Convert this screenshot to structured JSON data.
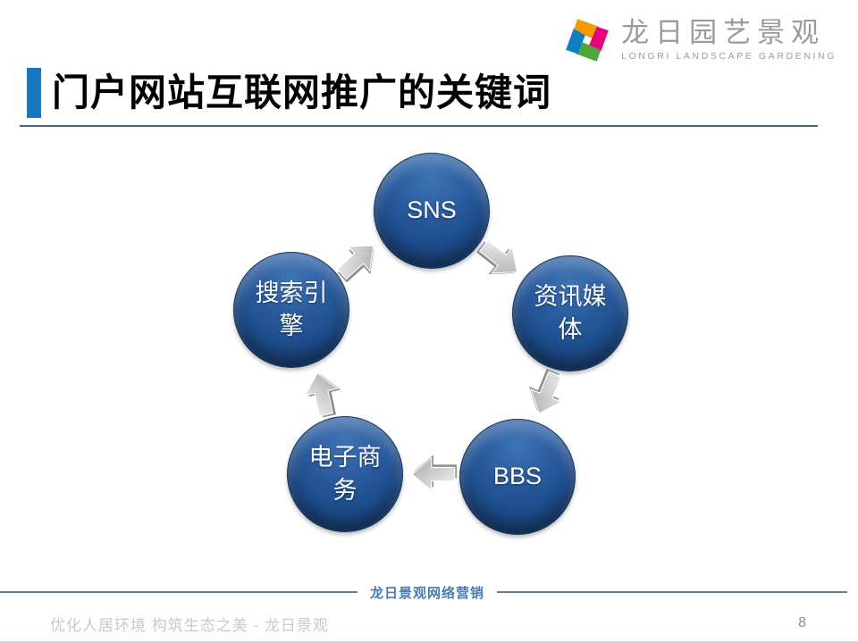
{
  "logo": {
    "name_cn": "龙日园艺景观",
    "name_en": "LONGRI LANDSCAPE GARDENING",
    "icon_colors": {
      "top": "#f39800",
      "right": "#e4007f",
      "bottom": "#4fa63c",
      "left": "#0f7dc2"
    }
  },
  "title": "门户网站互联网推广的关键词",
  "colors": {
    "accent_bar": "#1677be",
    "title_rule": "#46637f",
    "node_fill": "#1d4d8c",
    "arrow_fill": "#c2c2c2"
  },
  "diagram": {
    "type": "cycle",
    "flow_order": [
      "SNS",
      "资讯媒体",
      "BBS",
      "电子商务",
      "搜索引擎"
    ],
    "nodes": [
      {
        "label": "SNS"
      },
      {
        "label": "资讯媒体"
      },
      {
        "label": "BBS"
      },
      {
        "label": "电子商务"
      },
      {
        "label": "搜索引擎"
      }
    ]
  },
  "footer": {
    "center_text": "龙日景观网络营销",
    "slogan": "优化人居环境 构筑生态之美  - 龙日景观",
    "page_number": "8"
  }
}
